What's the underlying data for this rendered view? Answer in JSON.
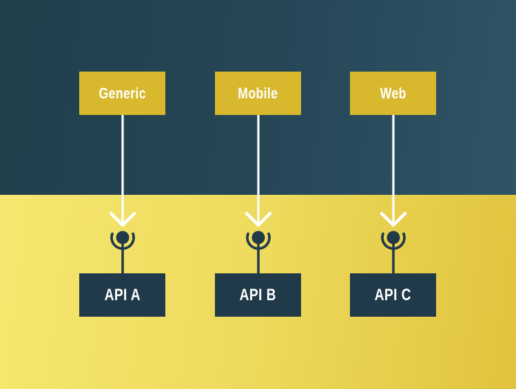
{
  "diagram": {
    "title": "clients-to-apis-mapping-diagram",
    "columns": [
      {
        "source": "Generic",
        "target": "API A"
      },
      {
        "source": "Mobile",
        "target": "API B"
      },
      {
        "source": "Web",
        "target": "API C"
      }
    ],
    "colors": {
      "bg_top_left": "#213f4b",
      "bg_top_right": "#2f5565",
      "bg_bottom_left": "#f6e770",
      "bg_bottom_right": "#e1c33d",
      "source_box": "#d8b92e",
      "target_box": "#203a4a",
      "arrow": "#ffffff",
      "socket": "#203a4a",
      "label_text": "#ffffff"
    }
  }
}
